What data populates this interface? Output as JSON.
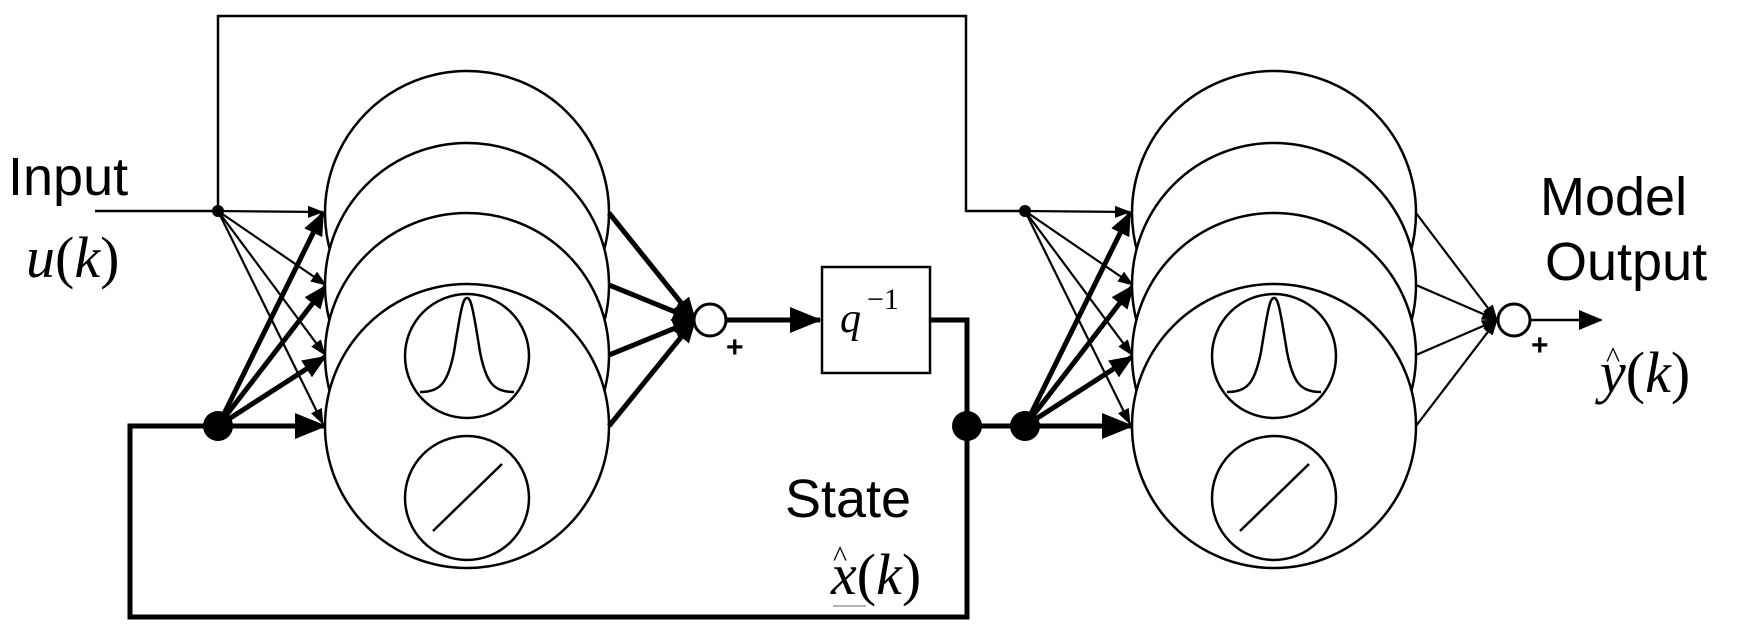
{
  "labels": {
    "input_title": "Input",
    "input_var": "u",
    "input_arg": "k",
    "state_title": "State",
    "state_var": "x",
    "state_arg": "k",
    "output_title_line1": "Model",
    "output_title_line2": "Output",
    "output_var": "y",
    "output_arg": "k",
    "delay_base": "q",
    "delay_exp": "−1",
    "plus_sign": "+",
    "hat_mark": "^",
    "open_paren": "(",
    "close_paren": ")"
  },
  "icons": {
    "neuron_top": "gaussian-icon",
    "neuron_bottom": "linear-icon",
    "sum_node": "summing-junction-icon",
    "delay": "delay-block-icon"
  },
  "colors": {
    "stroke": "#000000",
    "background": "#ffffff"
  }
}
